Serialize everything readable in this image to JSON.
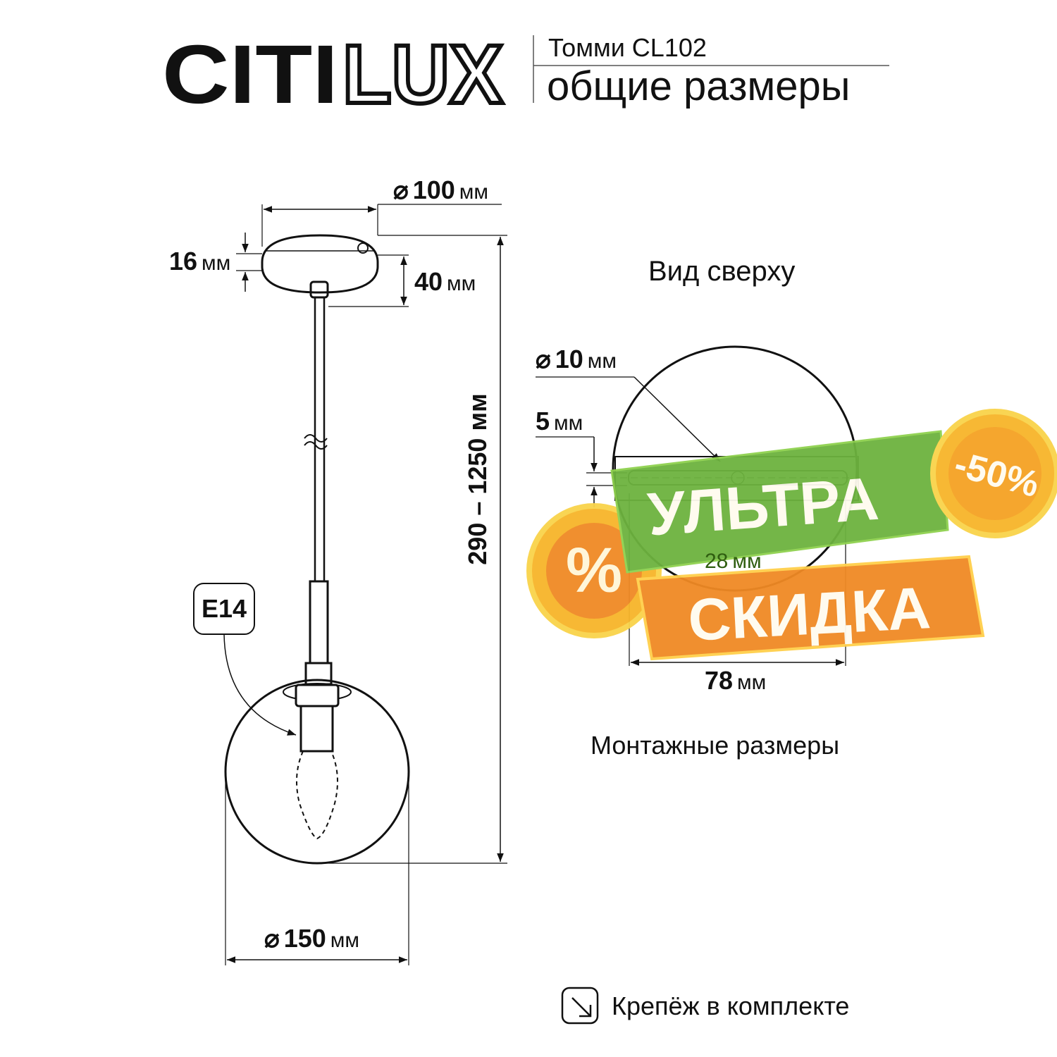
{
  "header": {
    "brand_solid": "CITI",
    "brand_outline": "LUX",
    "model": "Томми CL102",
    "subtitle": "общие размеры"
  },
  "side_view": {
    "canopy_diameter": {
      "symbol": "⌀",
      "value": "100",
      "unit": "мм"
    },
    "canopy_height": {
      "value": "16",
      "unit": "мм"
    },
    "canopy_total": {
      "value": "40",
      "unit": "мм"
    },
    "total_height": "290 – 1250 мм",
    "socket_label": "E14",
    "shade_diameter": {
      "symbol": "⌀",
      "value": "150",
      "unit": "мм"
    }
  },
  "top_view": {
    "title": "Вид сверху",
    "hole_diameter": {
      "symbol": "⌀",
      "value": "10",
      "unit": "мм"
    },
    "bar_offset": {
      "value": "5",
      "unit": "мм"
    },
    "bar_height": {
      "value": "28",
      "unit": "мм"
    },
    "bar_width": {
      "value": "78",
      "unit": "мм"
    },
    "caption": "Монтажные размеры"
  },
  "footer": {
    "mounting_note": "Крепёж в комплекте"
  },
  "promo": {
    "line1": "УЛЬТРА",
    "line2": "СКИДКА",
    "coin_right": "-50%",
    "coin_left": "%",
    "colors": {
      "green": "#6db33f",
      "orange": "#f08a24",
      "coin": "#f7b52a"
    }
  }
}
